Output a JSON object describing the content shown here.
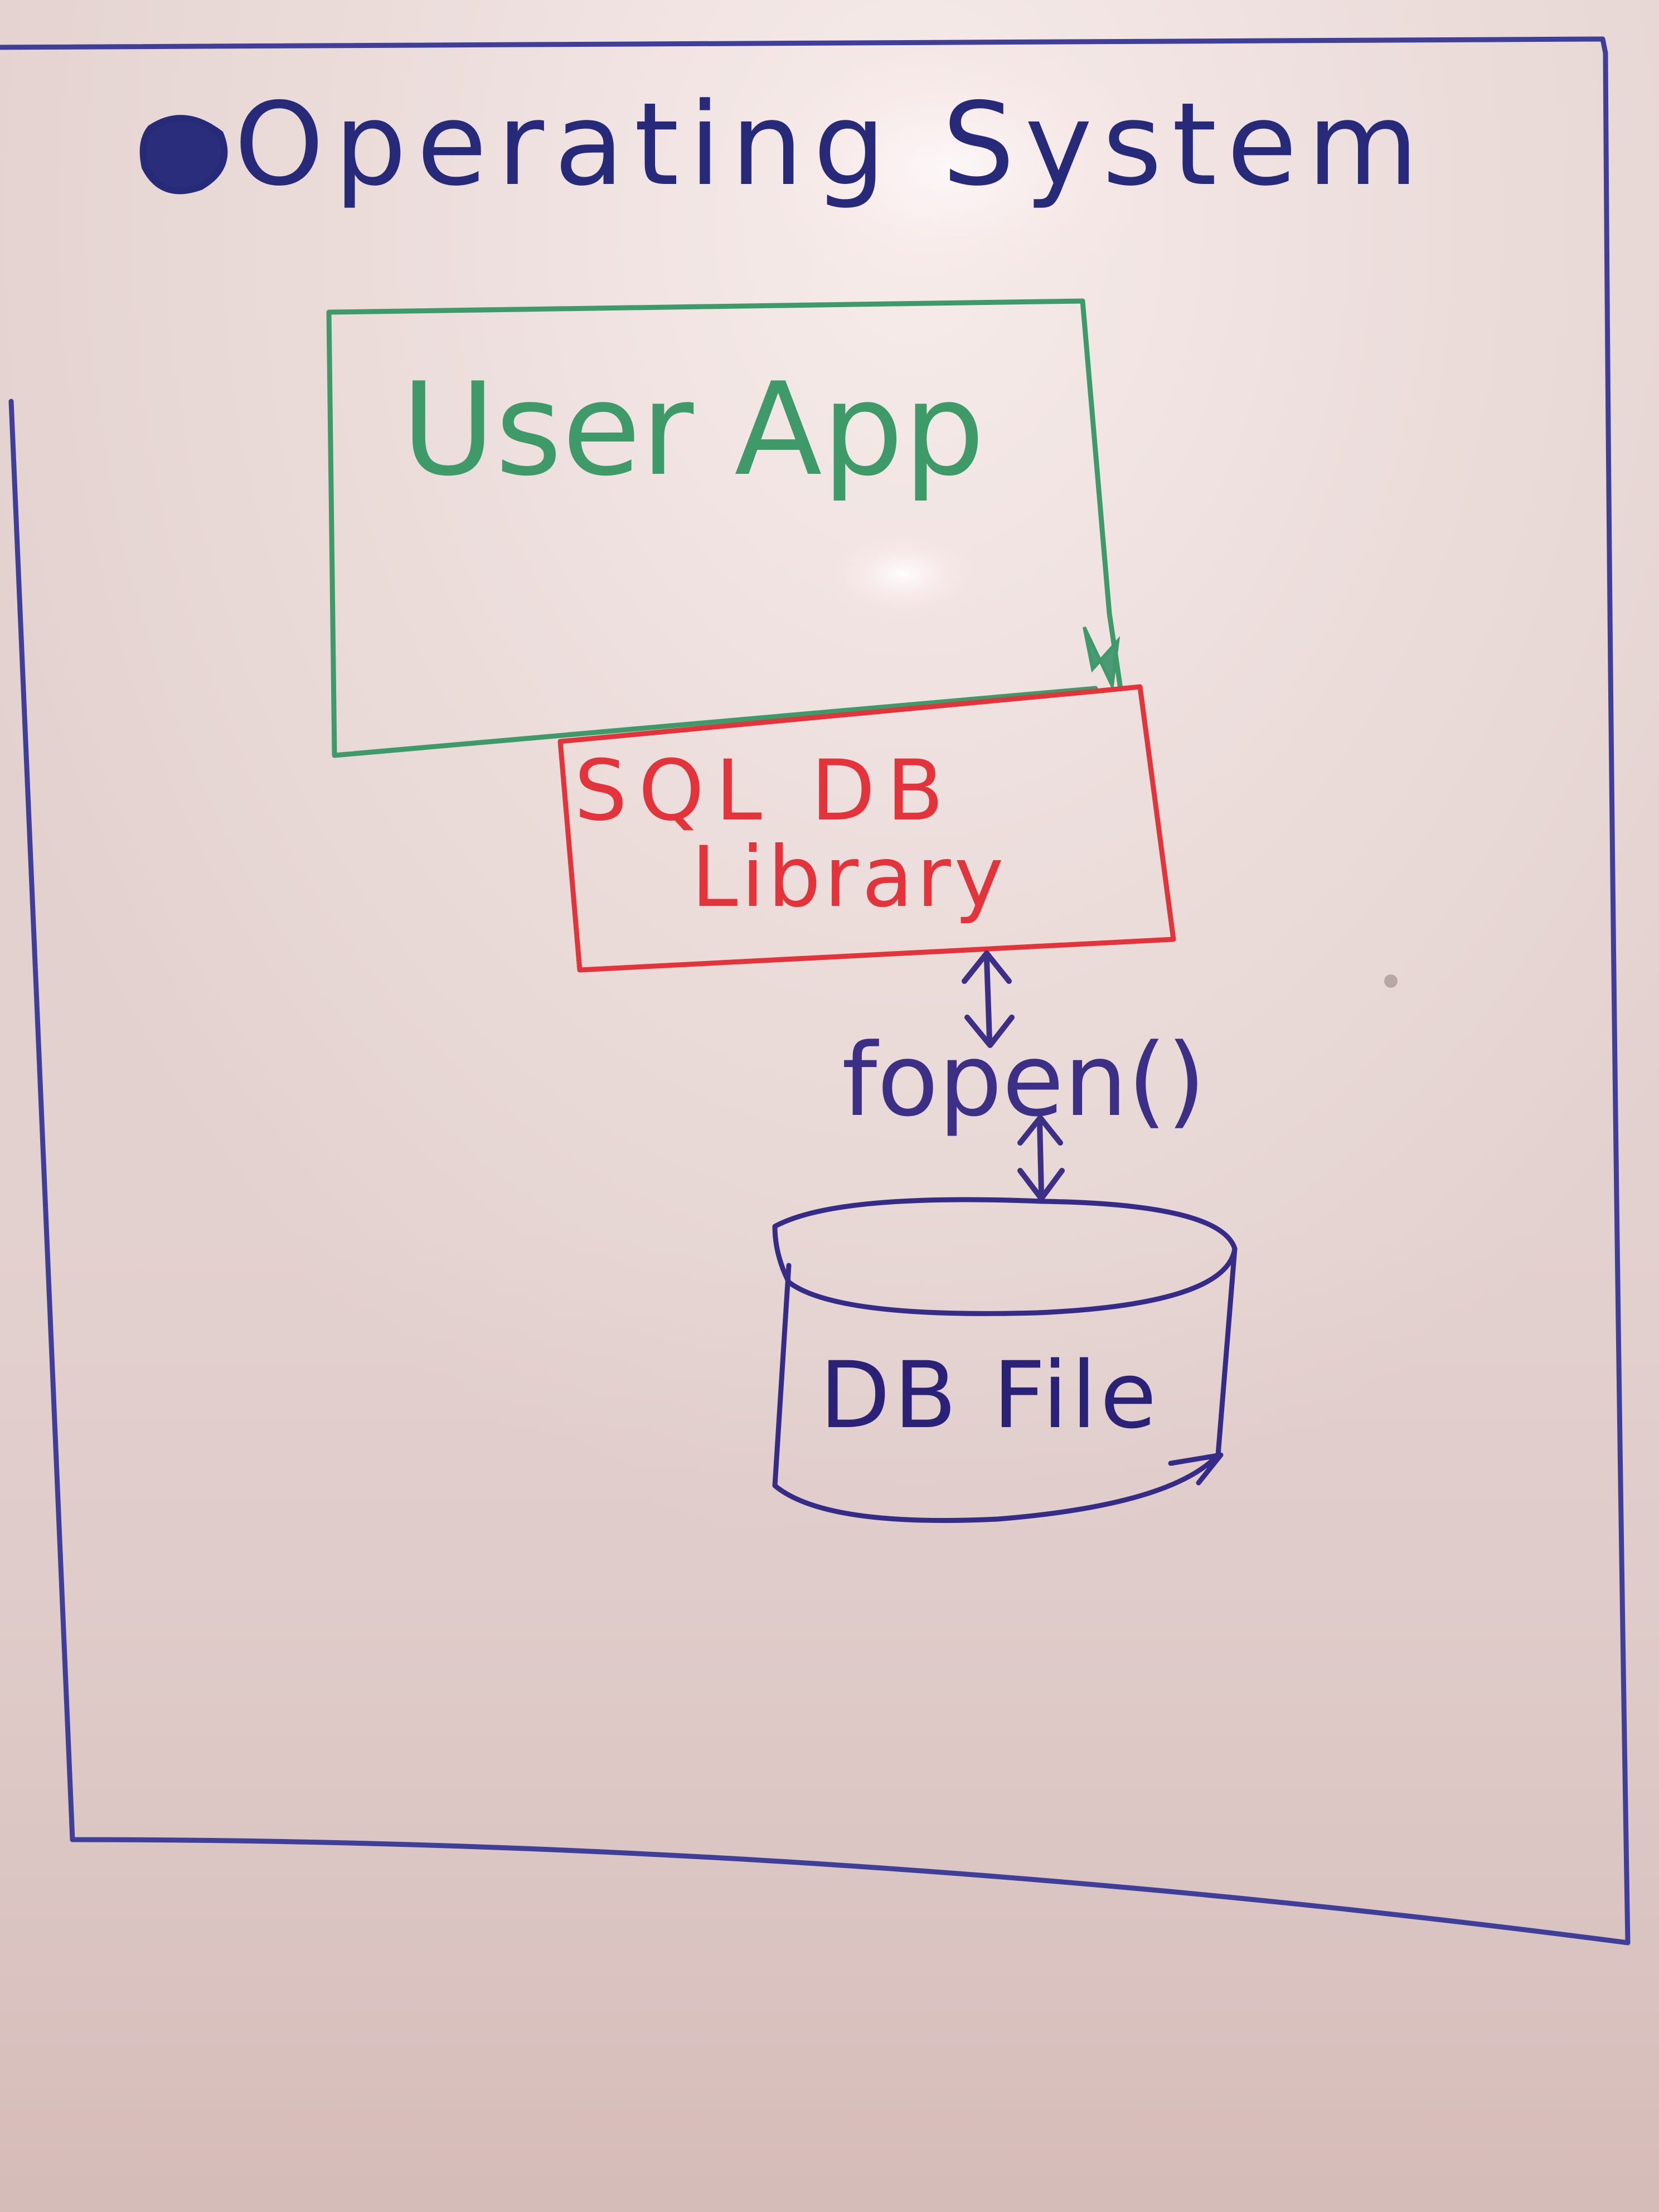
{
  "diagram": {
    "title": "Operating System",
    "nodes": {
      "user_app": {
        "label": "User App"
      },
      "sql_library": {
        "label_line1": "SQL DB",
        "label_line2": "Library"
      },
      "db_file": {
        "label": "DB File"
      }
    },
    "connector": {
      "label": "fopen()"
    }
  },
  "colors": {
    "board": "#e8d8d6",
    "os_ink": "#3f3f9a",
    "title_ink": "#262a78",
    "app_ink": "#3f9a6a",
    "library_ink": "#e3343c",
    "call_ink": "#3c2f86",
    "file_ink": "#342c86"
  }
}
